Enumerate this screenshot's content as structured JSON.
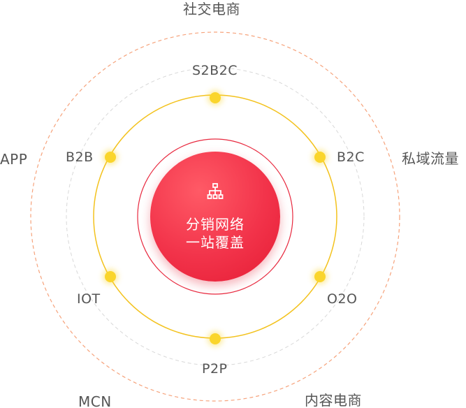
{
  "center": {
    "icon": "org-chart-icon",
    "line1": "分销网络",
    "line2": "一站覆盖"
  },
  "inner_ring": {
    "items": [
      "S2B2C",
      "B2C",
      "O2O",
      "P2P",
      "IOT",
      "B2B"
    ]
  },
  "outer_ring": {
    "items": [
      "社交电商",
      "私域流量",
      "内容电商",
      "MCN",
      "APP"
    ]
  },
  "colors": {
    "core_red": "#f2334a",
    "core_ring": "#e8283e",
    "inner_ring": "#f3c21d",
    "dot": "#fad52c",
    "dashed_inner": "#d8d8d8",
    "dashed_outer": "#f6a37c",
    "label_text": "#555555"
  }
}
